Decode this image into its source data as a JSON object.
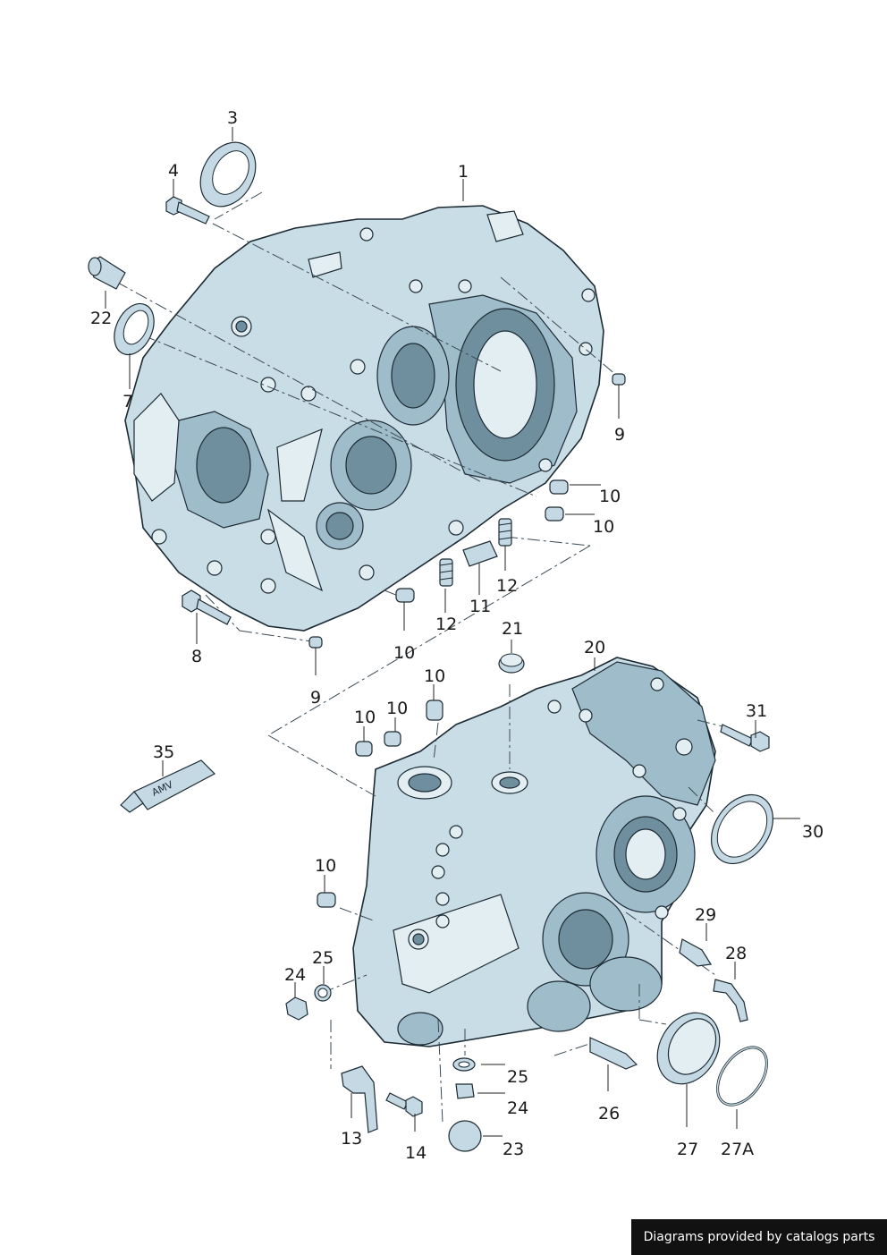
{
  "callouts": {
    "c1": "1",
    "c3": "3",
    "c4": "4",
    "c22": "22",
    "c7": "7",
    "c9a": "9",
    "c10a": "10",
    "c10b": "10",
    "c12a": "12",
    "c12b": "12",
    "c11": "11",
    "c8": "8",
    "c10c": "10",
    "c9b": "9",
    "c21": "21",
    "c20": "20",
    "c10d": "10",
    "c10e": "10",
    "c10f": "10",
    "c31": "31",
    "c35": "35",
    "c30": "30",
    "c10g": "10",
    "c29": "29",
    "c28": "28",
    "c25a": "25",
    "c24a": "24",
    "c25b": "25",
    "c24b": "24",
    "c26": "26",
    "c23": "23",
    "c13": "13",
    "c14": "14",
    "c27": "27",
    "c27a": "27A"
  },
  "tube_label": "AMV",
  "credit": "Diagrams provided by catalogs parts",
  "colors": {
    "metal": "#c9dde6",
    "shadow": "#6f8f9f",
    "outline": "#1c2a33",
    "credit_bg": "#111111"
  }
}
